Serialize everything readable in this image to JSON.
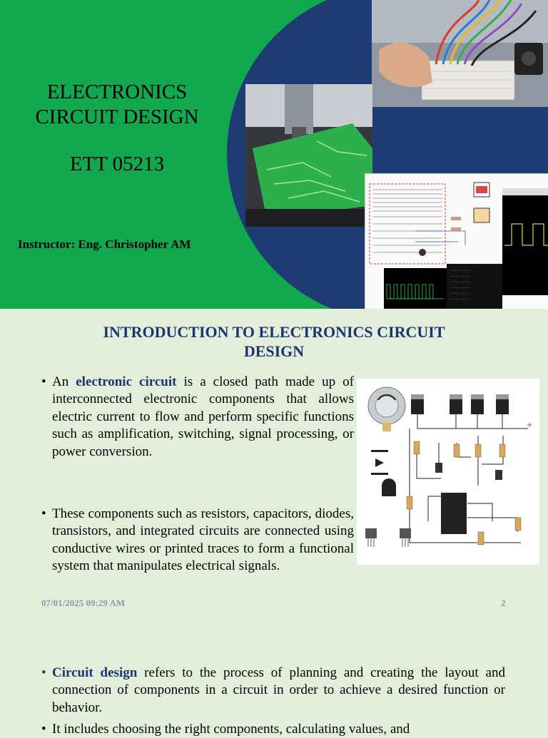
{
  "slide1": {
    "title_line1": "ELECTRONICS",
    "title_line2": "CIRCUIT DESIGN",
    "course_code": "ETT 05213",
    "instructor": "Instructor: Eng. Christopher AM"
  },
  "slide2": {
    "title_line1": "INTRODUCTION TO ELECTRONICS CIRCUIT",
    "title_line2": "DESIGN",
    "bullet1": {
      "prefix": "An ",
      "highlight": "electronic circuit",
      "rest": " is a closed path made up of interconnected electronic components that allows electric current to flow and perform specific functions such as amplification, switching, signal processing, or power conversion."
    },
    "bullet2": "These components such as resistors, capacitors, diodes, transistors, and integrated circuits are connected using conductive wires or printed traces to form a functional system that manipulates electrical signals.",
    "footer_date": "07/01/2025 09:29 AM",
    "page_number": "2"
  },
  "slide3": {
    "bullet1": {
      "highlight": "Circuit design",
      "rest": " refers to the process of planning and creating the layout and connection of components in a circuit in order to achieve a desired function or behavior."
    },
    "bullet2": "It includes choosing the right components, calculating values, and"
  },
  "colors": {
    "green": "#11a84e",
    "navy": "#1f3b73",
    "background": "#e4efdb",
    "highlight": "#1a3570"
  }
}
